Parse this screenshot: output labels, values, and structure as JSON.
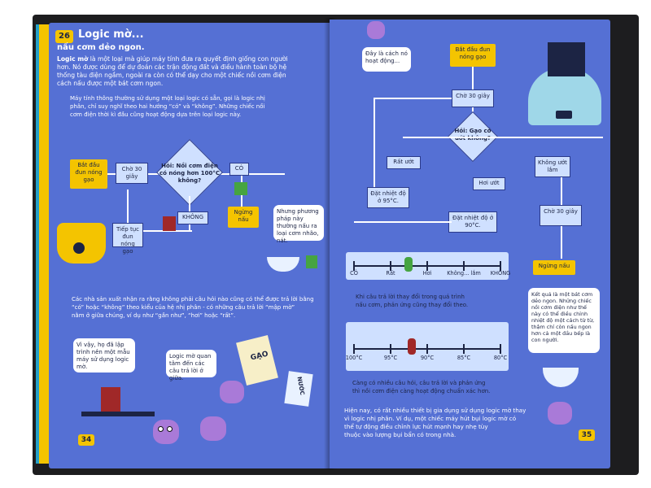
{
  "left": {
    "page_number": "34",
    "chapter_number": "26",
    "title": "Logic mờ...",
    "subtitle": "nấu cơm dẻo ngon.",
    "intro_bold": "Logic mờ",
    "intro_line1": " là một loại mà giúp máy tính đưa ra quyết định giống con người",
    "intro_line2": "hơn. Nó được dùng để dự đoán các trận động đất và điều hành toàn bộ hệ",
    "intro_line3": "thống tàu điện ngầm, ngoài ra còn có thể dạy cho một chiếc nồi cơm điện",
    "intro_line4": "cách nấu được một bát cơm ngon.",
    "para2_line1": "Máy tính thông thường sử dụng một loại logic có sẵn, gọi là logic nhị",
    "para2_line2": "phân, chỉ suy nghĩ theo hai hướng “có” và “không”. Những chiếc nồi",
    "para2_line3": "cơm điện thời kì đầu cũng hoạt động dựa trên loại logic này.",
    "flow": {
      "start": "Bắt đầu đun nóng gạo",
      "wait": "Chờ 30 giây",
      "question": "Hỏi: Nồi cơm điện có nóng hơn 100°C không?",
      "yes": "CÓ",
      "no": "KHÔNG",
      "continue": "Tiếp tục đun nóng gạo",
      "stop": "Ngừng nấu",
      "comment": "Nhưng phương pháp này thường nấu ra loại cơm nhão, nát."
    },
    "para3_line1": "Các nhà sản xuất nhận ra rằng không phải câu hỏi nào cũng có thể được trả lời bằng",
    "para3_line2": "“có” hoặc “không” theo kiểu của hệ nhị phân - có những câu trả lời “mập mờ”",
    "para3_line3": "nằm ở giữa chúng, ví dụ như “gần như”, “hơi” hoặc “rất”.",
    "bubble1": "Vì vậy, họ đã lập trình nên một mẫu máy sử dụng logic mờ.",
    "bubble2": "Logic mờ quan tâm đến các câu trả lời ở giữa.",
    "bag_label": "GẠO",
    "water_label": "NƯỚC"
  },
  "right": {
    "page_number": "35",
    "bubble_top": "Đây là cách nó hoạt động...",
    "start": "Bắt đầu đun nóng gạo",
    "wait1": "Chờ 30 giây",
    "question": "Hỏi: Gạo có ướt không?",
    "very_wet": "Rất ướt",
    "slightly_wet": "Hơi ướt",
    "not_very_wet": "Không ướt lắm",
    "set95": "Đặt nhiệt độ ở 95°C.",
    "set90": "Đặt nhiệt độ ở 90°C.",
    "wait2": "Chờ 30 giây",
    "stop": "Ngừng nấu",
    "scale1": {
      "labels": [
        "CÓ",
        "Rất",
        "Hơi",
        "Không... lắm",
        "KHÔNG"
      ]
    },
    "caption1_line1": "Khi câu trả lời thay đổi trong quá trình",
    "caption1_line2": "nấu cơm, phản ứng cũng thay đổi theo.",
    "scale2": {
      "labels": [
        "100°C",
        "95°C",
        "90°C",
        "85°C",
        "80°C"
      ]
    },
    "caption2_line1": "Càng có nhiều câu hỏi, câu trả lời và phản ứng",
    "caption2_line2": "thì nồi cơm điện càng hoạt động chuẩn xác hơn.",
    "result": "Kết quả là một bát cơm dẻo ngon. Những chiếc nồi cơm điện như thế này có thể điều chỉnh nhiệt độ một cách từ từ, thậm chí còn nấu ngon hơn cả một đầu bếp là con người.",
    "bottom_line1": "Hiện nay, có rất nhiều thiết bị gia dụng sử dụng logic mờ thay",
    "bottom_line2": "vì logic nhị phân. Ví dụ, một chiếc máy hút bụi logic mờ có",
    "bottom_line3": "thể tự động điều chỉnh lực hút mạnh hay nhẹ tùy",
    "bottom_line4": "thuộc vào lượng bụi bẩn có trong nhà."
  },
  "colors": {
    "page_blue": "#5570d4",
    "box_blue": "#cfe0ff",
    "accent_yellow": "#f4c400",
    "rice_purple": "#a97ad8"
  }
}
